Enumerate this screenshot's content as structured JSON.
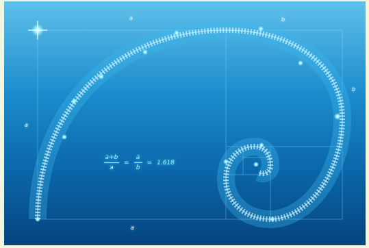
{
  "labels": {
    "top_a": "a",
    "top_b": "b",
    "left_a": "a",
    "right_b": "b",
    "bottom_a": "a"
  },
  "formula": {
    "num1": "a+b",
    "den1": "a",
    "eq1": "=",
    "num2": "a",
    "den2": "b",
    "eq2": "=",
    "value": "1.618"
  },
  "colors": {
    "sky_top": "#5fc0ea",
    "sky_bottom": "#05447e",
    "glow": "#9cecff",
    "lines": "#7fd9ff"
  }
}
